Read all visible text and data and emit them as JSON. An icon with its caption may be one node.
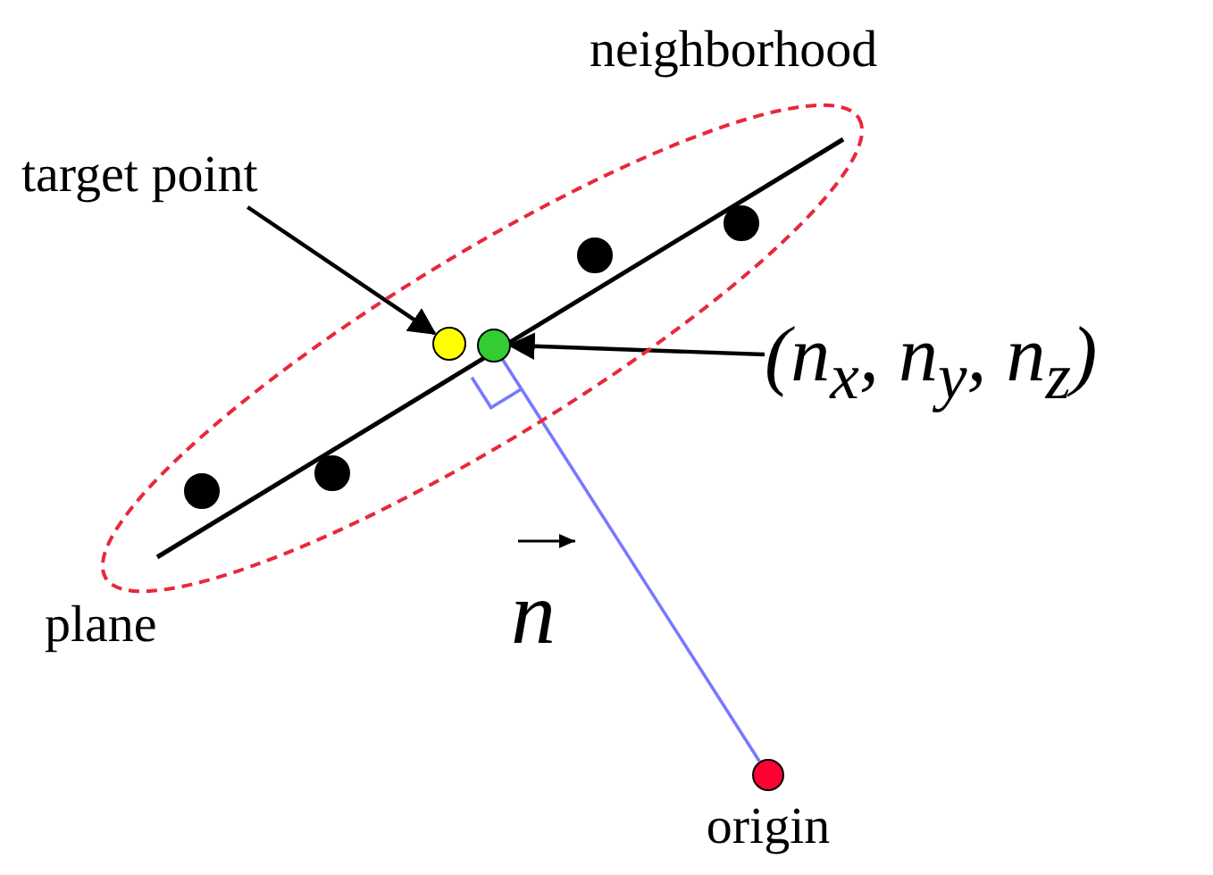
{
  "diagram": {
    "nodes": [
      {
        "text": [
          "neighborhood"
        ]
      },
      {
        "text": [
          "target point"
        ]
      },
      {
        "text": [],
        "shape": "circle",
        "in": 0
      },
      {
        "text": [],
        "shape": "circle",
        "in": 0
      },
      {
        "text": [
          "(n$_{x}$, n$_{y}$, n$_{z}$)"
        ]
      },
      {
        "text": [],
        "shape": "circle",
        "beside": [
          "origin"
        ]
      },
      {
        "text": [],
        "shape": "circle",
        "in": 0
      },
      {
        "text": [],
        "shape": "circle",
        "in": 0
      },
      {
        "text": [],
        "shape": "circle",
        "in": 0
      },
      {
        "text": [],
        "shape": "circle",
        "in": 0
      }
    ],
    "edges": [
      {
        "from": 1,
        "to": 2,
        "arrow": "to"
      },
      {
        "from": 4,
        "to": 3,
        "arrow": "to"
      },
      {
        "from": 3,
        "to": 5,
        "arrow": "none",
        "color": "#7878ff"
      }
    ],
    "labels": [
      "plane",
      "n"
    ]
  }
}
